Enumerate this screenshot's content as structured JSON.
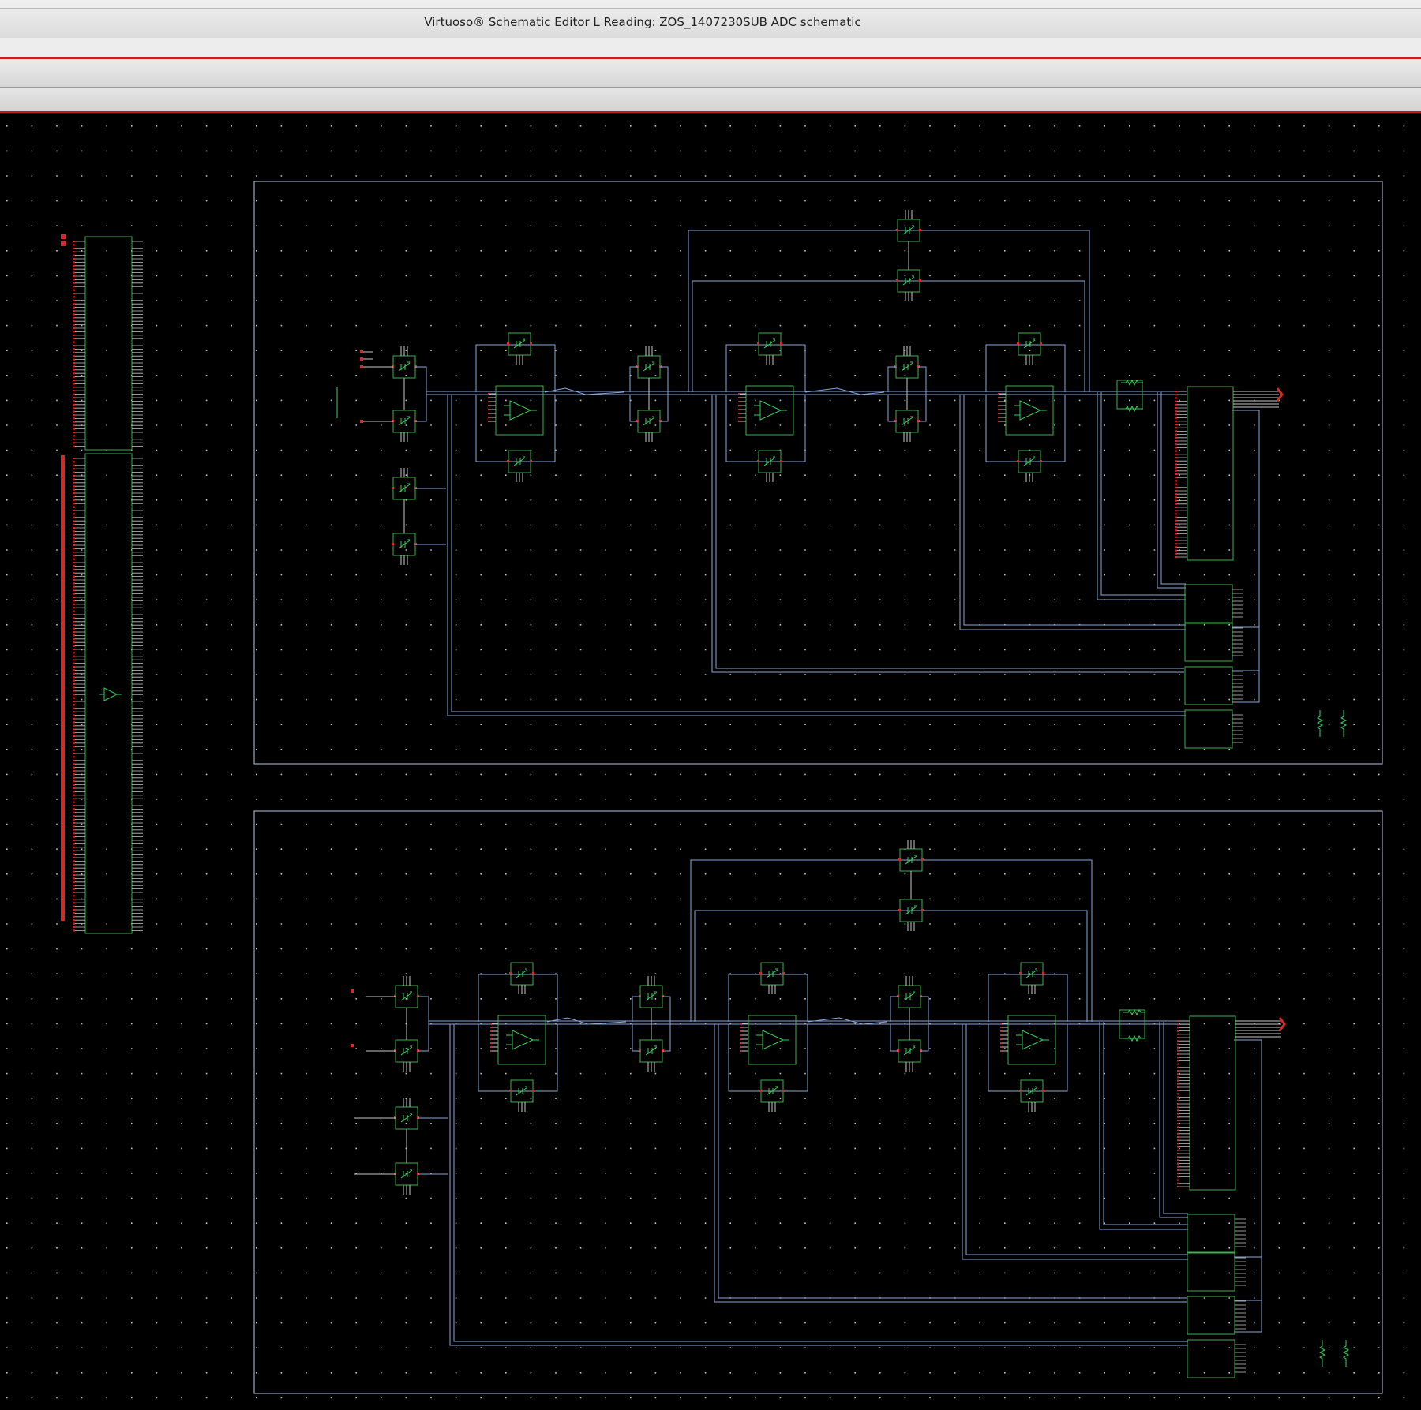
{
  "window": {
    "title": "Virtuoso® Schematic Editor L Reading: ZOS_1407230SUB ADC schematic"
  },
  "colors": {
    "background": "#000000",
    "grid_dot": "#ffffff",
    "frame": "#b4c8e6",
    "wire": "#8aa6d8",
    "instance": "#3ab04a",
    "symbol": "#36d15c",
    "pin": "#d12a2a",
    "pin_wire": "#c9c9c9",
    "accent_red": "#c8181e"
  },
  "schematic": {
    "frames": [
      {
        "name": "pipeline-stage-top"
      },
      {
        "name": "pipeline-stage-bottom"
      }
    ],
    "symbols": [
      "transistor-switch-icon",
      "amplifier-icon",
      "resistor-icon",
      "pin-icon",
      "buffer-icon"
    ]
  }
}
